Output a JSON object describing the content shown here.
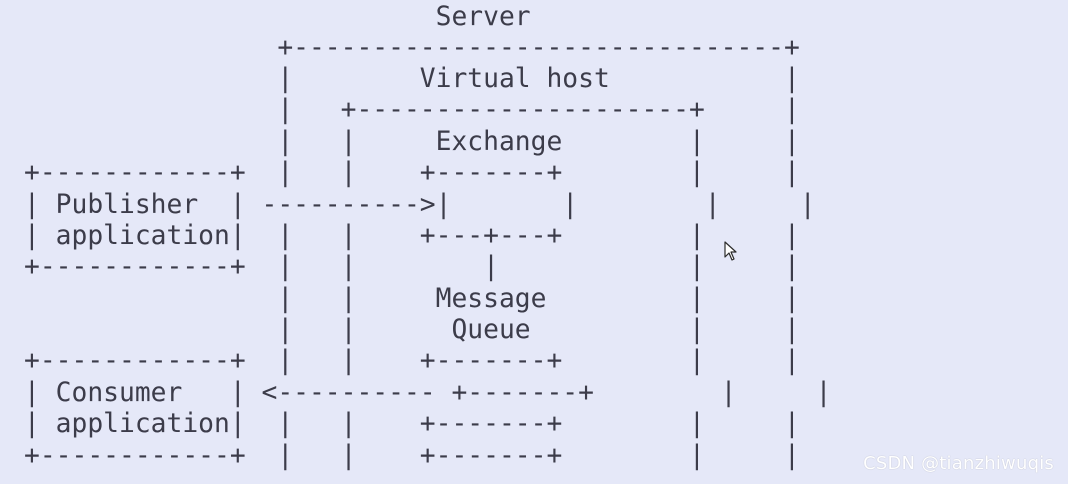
{
  "diagram": {
    "lines": [
      "                          Server",
      "                +-------------------------------+",
      "                |        Virtual host           |",
      "                |   +---------------------+     |",
      "                |   |     Exchange        |     |",
      "+------------+  |   |    +-------+        |     |",
      "| Publisher  | ---------->|       |        |     |",
      "| application|  |   |    +---+---+        |     |",
      "+------------+  |   |        |            |     |",
      "                |   |     Message         |     |",
      "                |   |      Queue          |     |",
      "+------------+  |   |    +-------+        |     |",
      "| Consumer   | <---------- +-------+        |     |",
      "| application|  |   |    +-------+        |     |",
      "+------------+  |   |    +-------+        |     |"
    ]
  },
  "watermark": "CSDN @tianzhiwuqis",
  "colors": {
    "background": "#e5e8f8",
    "text": "#3c3c4a"
  },
  "icons": {
    "cursor": "mouse-pointer-icon"
  }
}
